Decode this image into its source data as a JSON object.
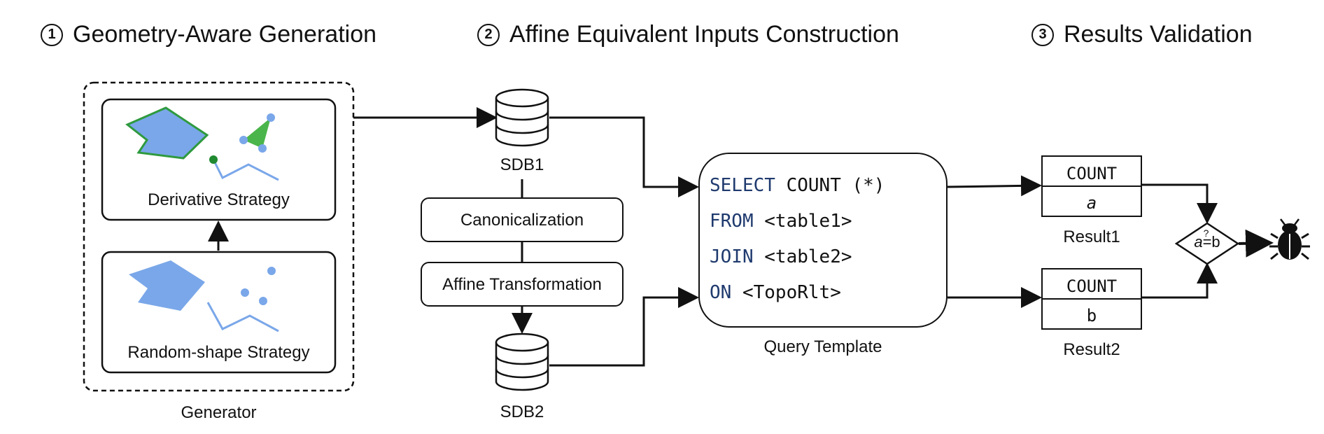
{
  "stages": [
    {
      "num": "1",
      "title": "Geometry-Aware Generation"
    },
    {
      "num": "2",
      "title": "Affine Equivalent Inputs Construction"
    },
    {
      "num": "3",
      "title": "Results Validation"
    }
  ],
  "generator": {
    "label": "Generator",
    "derivative": "Derivative Strategy",
    "random": "Random-shape Strategy"
  },
  "databases": {
    "sdb1": "SDB1",
    "sdb2": "SDB2"
  },
  "transforms": {
    "canon": "Canonicalization",
    "affine": "Affine Transformation"
  },
  "query": {
    "label": "Query Template",
    "lines": [
      {
        "kw": "SELECT",
        "rest": " COUNT (*)"
      },
      {
        "kw": "FROM",
        "rest": " <table1>"
      },
      {
        "kw": "JOIN",
        "rest": " <table2>"
      },
      {
        "kw": "ON",
        "rest": " <TopoRlt>"
      }
    ]
  },
  "results": [
    {
      "header": "COUNT",
      "value": "a",
      "label": "Result1"
    },
    {
      "header": "COUNT",
      "value": "b",
      "label": "Result2"
    }
  ],
  "compare": {
    "left": "a",
    "op": "=",
    "mark": "?",
    "right": "b"
  },
  "colors": {
    "shape_fill": "#7aa7e9",
    "green": "#2e9a3e",
    "green_fill": "#4ab54a",
    "keyword": "#1f3a6e"
  },
  "icons": {
    "bug": "bug-icon",
    "database": "database-icon"
  }
}
